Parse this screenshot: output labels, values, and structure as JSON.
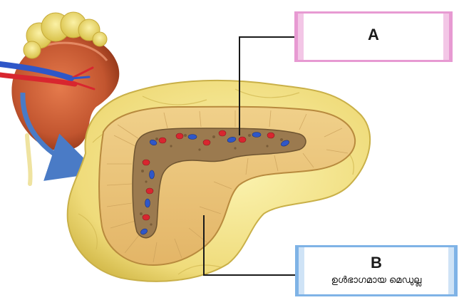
{
  "labels": {
    "a": {
      "letter": "A"
    },
    "b": {
      "letter": "B",
      "caption": "ഉൾഭാഗമായ മെഡുല്ല"
    }
  },
  "colors": {
    "gland_outer": "#f2e389",
    "cortex": "#e8c47a",
    "medulla": "#9b7a4f",
    "kidney": "#c2552f",
    "artery": "#d8262f",
    "vein": "#2f57c8",
    "box_a_border": "#e79ad2",
    "box_b_border": "#7fb3e6",
    "arrow": "#4a7bc6"
  },
  "icons": [
    "curved-arrow",
    "leader-line"
  ]
}
